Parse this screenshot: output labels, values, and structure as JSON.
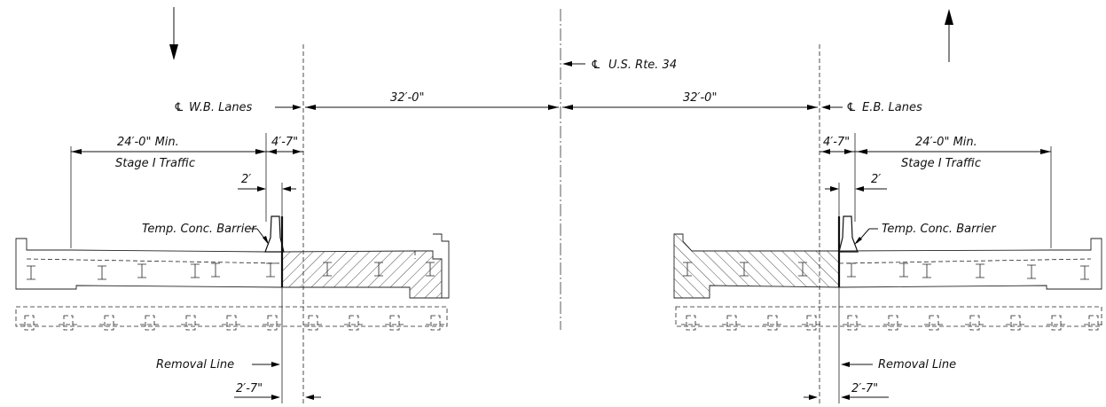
{
  "labels": {
    "cl_route": "U.S. Rte. 34",
    "cl_wb": "W.B. Lanes",
    "cl_eb": "E.B. Lanes",
    "dim_left_32": "32′-0\"",
    "dim_right_32": "32′-0\"",
    "dim_left_24": "24′-0\" Min.",
    "dim_right_24": "24′-0\" Min.",
    "stage_left": "Stage I Traffic",
    "stage_right": "Stage I Traffic",
    "dim_left_4_7": "4′-7\"",
    "dim_right_4_7": "4′-7\"",
    "dim_left_2": "2′",
    "dim_right_2": "2′",
    "barrier_left": "Temp. Conc. Barrier",
    "barrier_right": "Temp. Conc. Barrier",
    "removal_left": "Removal Line",
    "removal_right": "Removal Line",
    "dim_left_2_7": "2′-7\"",
    "dim_right_2_7": "2′-7\""
  },
  "symbols": {
    "centerline": "℄"
  },
  "colors": {
    "ink": "#111111",
    "background": "#ffffff"
  }
}
